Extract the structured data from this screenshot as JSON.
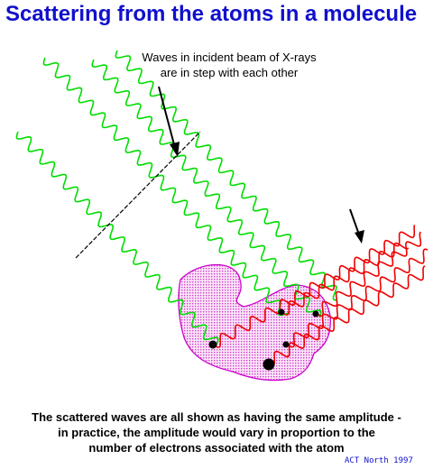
{
  "title": "Scattering  from the atoms in a molecule",
  "top_annotation": {
    "line1": "Waves in incident beam of X-rays",
    "line2": "are in step with each other"
  },
  "caption": {
    "line1": "The scattered waves are all shown as having the same amplitude -",
    "line2": "in practice, the amplitude would vary in proportion to the",
    "line3": "number of electrons associated with the atom"
  },
  "credit": "ACT North 1997",
  "colors": {
    "title": "#1010cc",
    "incident_wave": "#00dd00",
    "scattered_wave": "#ee0000",
    "molecule_outline": "#cc00cc",
    "molecule_fill": "#f3b9ef",
    "atom": "#000000",
    "wavefront_line": "#000000"
  }
}
